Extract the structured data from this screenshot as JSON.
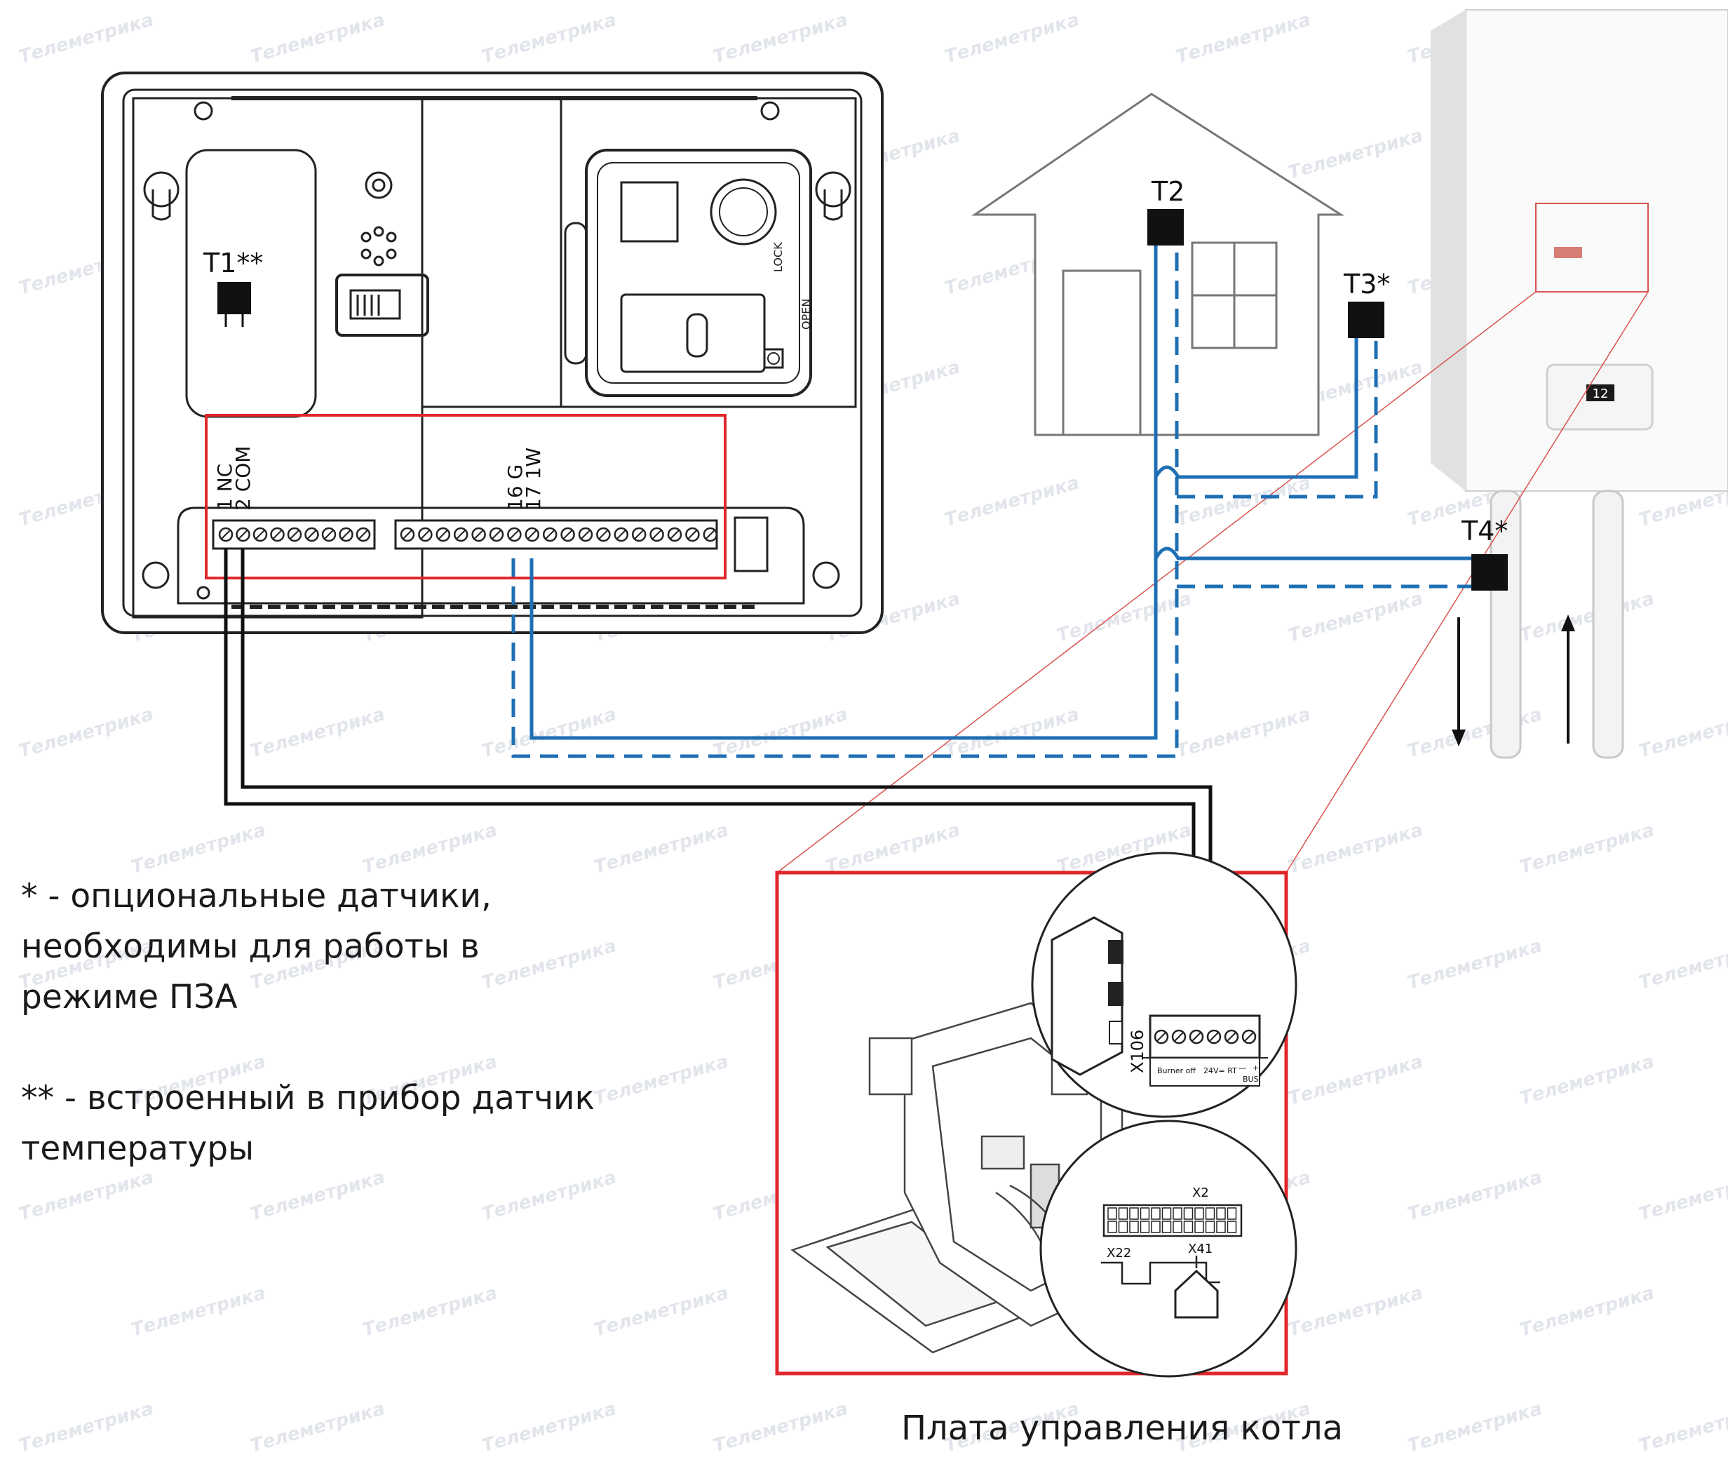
{
  "sensors": {
    "t1": "T1**",
    "t2": "T2",
    "t3": "T3*",
    "t4": "T4*"
  },
  "terminals": {
    "nc": "1 NC",
    "com": "2 COM",
    "g": "16 G",
    "w": "17 1W"
  },
  "board_labels": {
    "lock": "LOCK",
    "open": "OPEN",
    "x106": "X106",
    "x2": "X2",
    "x22": "X22",
    "x41": "X41",
    "burner_off": "Burner off",
    "rt_24v": "24V= RT",
    "bus": "BUS",
    "minus": "—",
    "plus": "+"
  },
  "notes": {
    "optional_line1": "* - опциональные датчики,",
    "optional_line2": "необходимы для работы в",
    "optional_line3": "режиме ПЗА",
    "builtin_line1": "** - встроенный в прибор датчик",
    "builtin_line2": "температуры"
  },
  "caption": "Плата управления котла",
  "boiler_display": "12",
  "watermark": "Телеметрика",
  "colors": {
    "wire_blue": "#1f6fb5",
    "wire_black": "#111111",
    "highlight_red": "#e0262b",
    "zoom_line": "#d9534f"
  }
}
